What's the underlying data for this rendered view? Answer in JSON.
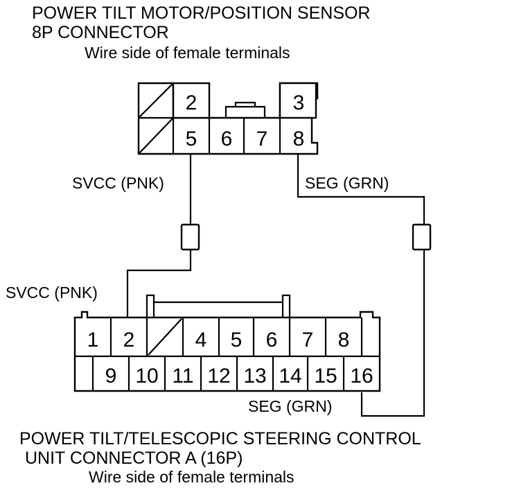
{
  "top_connector": {
    "title_line1": "POWER TILT MOTOR/POSITION SENSOR",
    "title_line2": "8P CONNECTOR",
    "subtitle": "Wire side of female terminals",
    "pins": {
      "p2": "2",
      "p3": "3",
      "p5": "5",
      "p6": "6",
      "p7": "7",
      "p8": "8"
    }
  },
  "bottom_connector": {
    "title_line1": "POWER TILT/TELESCOPIC STEERING CONTROL",
    "title_line2": "UNIT CONNECTOR A (16P)",
    "subtitle": "Wire side of female terminals",
    "top_row": [
      "1",
      "2",
      "4",
      "5",
      "6",
      "7",
      "8"
    ],
    "bottom_row": [
      "9",
      "10",
      "11",
      "12",
      "13",
      "14",
      "15",
      "16"
    ]
  },
  "wires": {
    "svcc_top": "SVCC (PNK)",
    "seg_top": "SEG (GRN)",
    "svcc_bottom": "SVCC (PNK)",
    "seg_bottom": "SEG (GRN)"
  }
}
